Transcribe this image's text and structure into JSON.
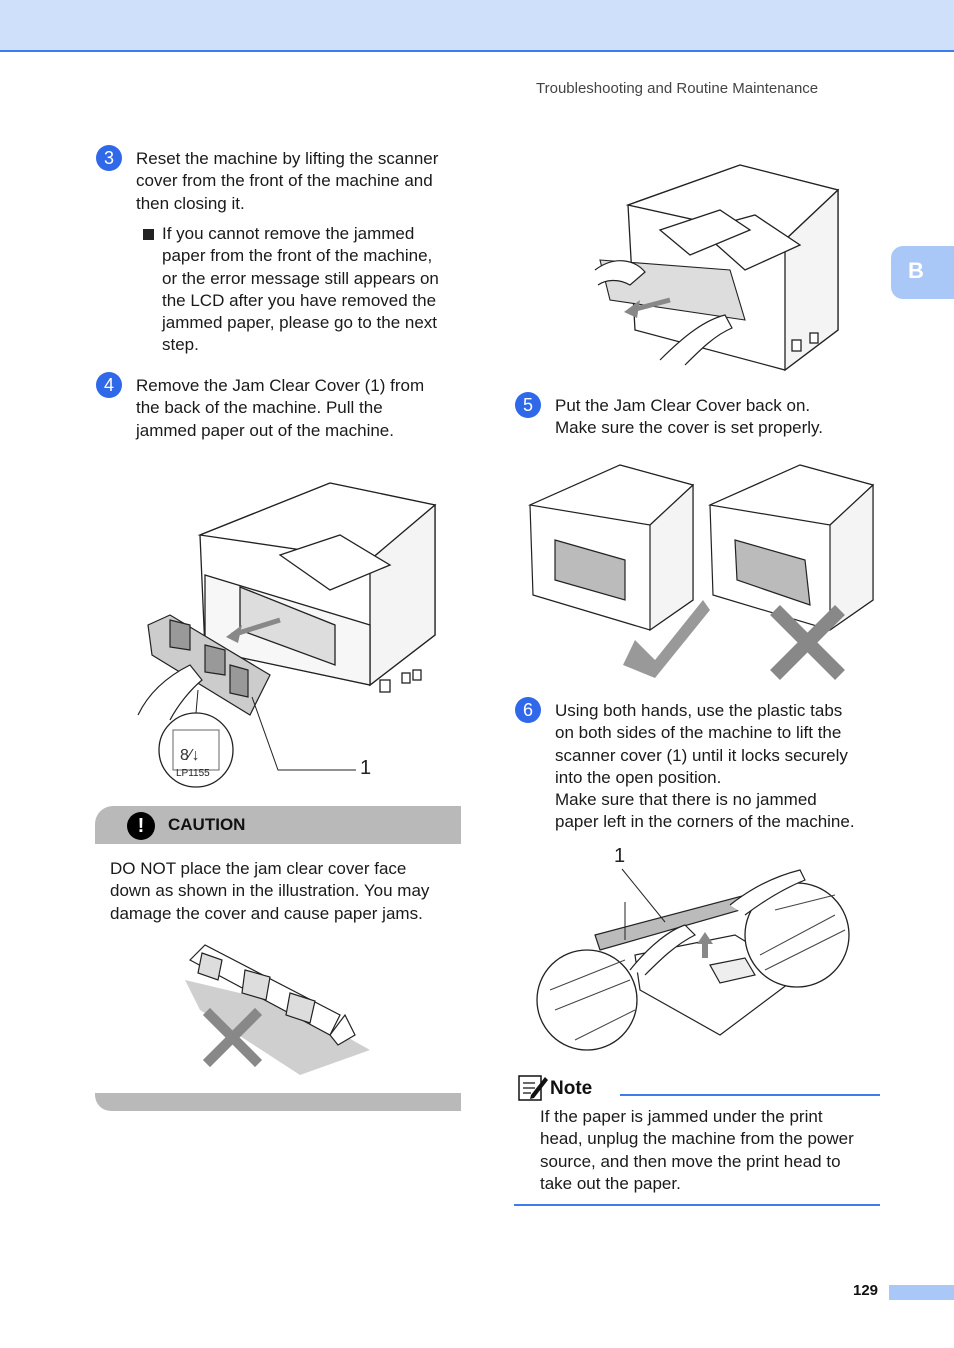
{
  "header": {
    "title": "Troubleshooting and Routine Maintenance"
  },
  "side_tab": {
    "label": "B"
  },
  "steps": [
    {
      "number": "3",
      "lines": [
        "Reset the machine by lifting the scanner",
        "cover from the front of the machine and",
        "then closing it."
      ]
    },
    {
      "number": "4",
      "lines": [
        "Remove the Jam Clear Cover (1) from",
        "the back of the machine. Pull the",
        "jammed paper out of the machine."
      ]
    },
    {
      "number": "5",
      "lines": [
        "Put the Jam Clear Cover back on.",
        "Make sure the cover is set properly."
      ]
    },
    {
      "number": "6",
      "lines": [
        "Using both hands, use the plastic tabs",
        "on both sides of the machine to lift the",
        "scanner cover (1) until it locks securely",
        "into the open position.",
        "Make sure that there is no jammed",
        "paper left in the corners of the machine."
      ]
    }
  ],
  "step3_bullet": {
    "lines": [
      "If you cannot remove the jammed",
      "paper from the front of the machine,",
      "or the error message still appears on",
      "the LCD after you have removed the",
      "jammed paper, please go to the next",
      "step."
    ]
  },
  "figure_step4": {
    "callout": "1",
    "stamp_code": "LP1155"
  },
  "caution": {
    "icon": "!",
    "label": "CAUTION",
    "lines": [
      "DO NOT place the jam clear cover face",
      "down as shown in the illustration. You may",
      "damage the cover and cause paper jams."
    ]
  },
  "figure_step6": {
    "callout": "1"
  },
  "note": {
    "title": "Note",
    "lines": [
      "If the paper is jammed under the print",
      "head, unplug the machine from the power",
      "source, and then move the print head to",
      "take out the paper."
    ]
  },
  "footer": {
    "page_number": "129"
  }
}
